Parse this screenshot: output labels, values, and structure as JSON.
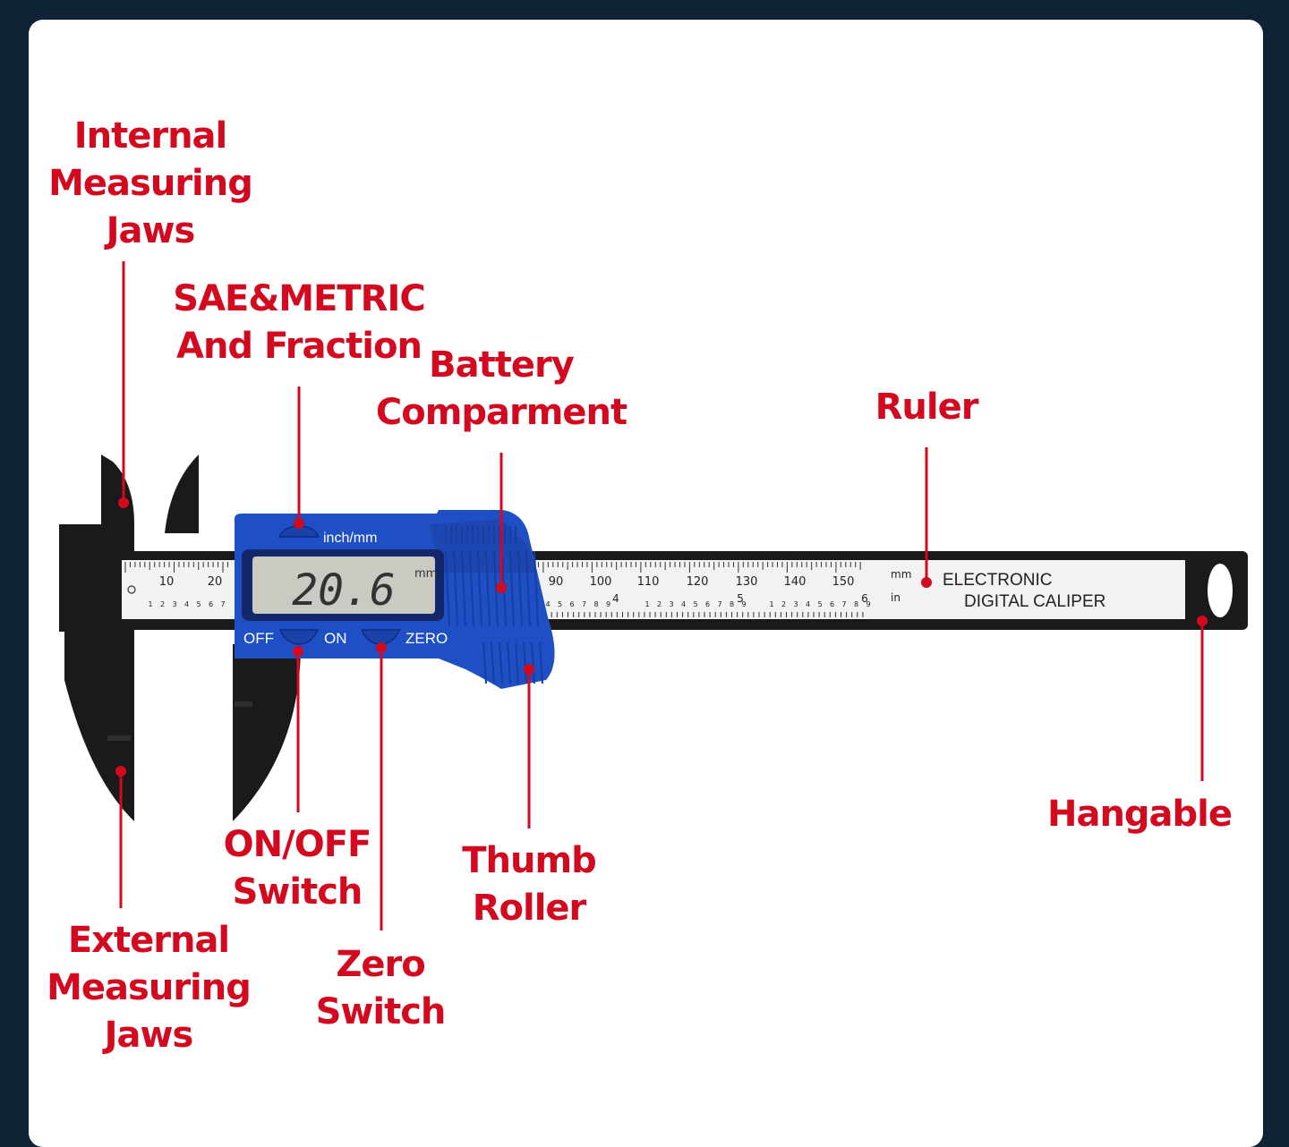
{
  "colors": {
    "label_red": "#d3091f",
    "slider_blue": "#1f4fc4",
    "body_black": "#1a1a1a",
    "ruler_white": "#f1f2f2",
    "lcd_grey": "#c9cbc3",
    "page_navy": "#0f2236"
  },
  "callouts": {
    "internal_jaws": [
      "Internal",
      "Measuring",
      "Jaws"
    ],
    "sae_metric": [
      "SAE&METRIC",
      "And Fraction"
    ],
    "battery": [
      "Battery",
      "Comparment"
    ],
    "ruler": [
      "Ruler"
    ],
    "onoff": [
      "ON/OFF",
      "Switch"
    ],
    "thumb": [
      "Thumb",
      "Roller"
    ],
    "hangable": [
      "Hangable"
    ],
    "external_jaws": [
      "External",
      "Measuring",
      "Jaws"
    ],
    "zero": [
      "Zero",
      "Switch"
    ]
  },
  "device": {
    "unit_button_label": "inch/mm",
    "lcd_reading": "20.6",
    "lcd_unit": "mm",
    "off_label": "OFF",
    "on_label": "ON",
    "zero_label": "ZERO",
    "scale_mm_label": "mm",
    "scale_in_label": "in",
    "brand_line1": "ELECTRONIC",
    "brand_line2": "DIGITAL CALIPER",
    "left_mm_ticks": [
      "10",
      "20"
    ],
    "right_mm_ticks": [
      "90",
      "100",
      "110",
      "120",
      "130",
      "140",
      "150"
    ],
    "inch_numbers": [
      "4",
      "5",
      "6"
    ],
    "inch_sub_digits": [
      "1",
      "2",
      "3",
      "4",
      "5",
      "6",
      "7",
      "8",
      "9"
    ]
  }
}
